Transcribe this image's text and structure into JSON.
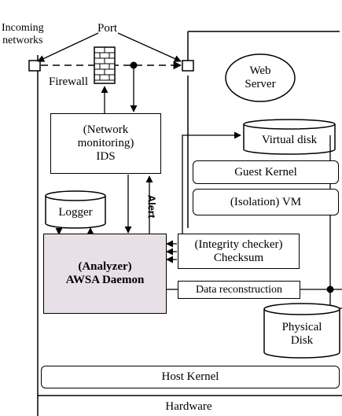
{
  "labels": {
    "incoming_networks": [
      "Incoming",
      "networks"
    ],
    "port": "Port",
    "firewall": "Firewall",
    "ids": [
      "(Network",
      "monitoring)",
      "IDS"
    ],
    "alert": "Alert",
    "logger": "Logger",
    "analyzer": [
      "(Analyzer)",
      "AWSA Daemon"
    ],
    "checksum": [
      "(Integrity checker)",
      "Checksum"
    ],
    "data_reconstruction": "Data reconstruction",
    "physical_disk": [
      "Physical",
      "Disk"
    ],
    "web_server": [
      "Web",
      "Server"
    ],
    "virtual_disk": "Virtual disk",
    "guest_kernel": "Guest Kernel",
    "isolation_vm": "(Isolation) VM",
    "host_kernel": "Host Kernel",
    "hardware": "Hardware"
  },
  "colors": {
    "analyzer_fill": "#e8e0e6",
    "line": "#000000",
    "background": "#ffffff"
  }
}
